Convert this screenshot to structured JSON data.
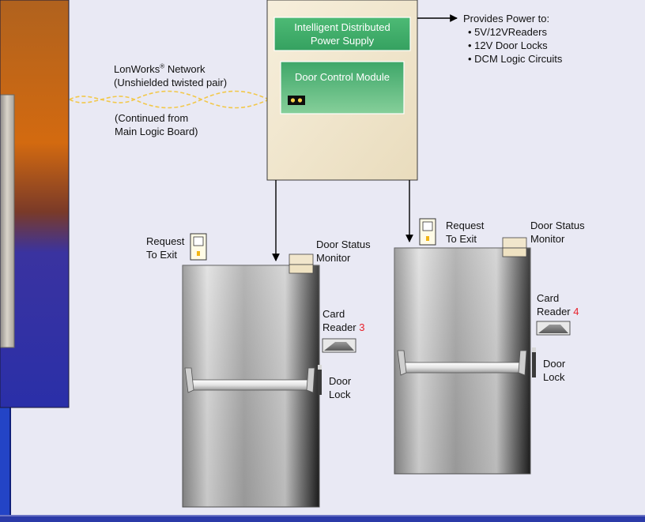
{
  "power_supply": {
    "line1": "Intelligent Distributed",
    "line2": "Power Supply"
  },
  "dcm": {
    "label": "Door Control Module"
  },
  "provides": {
    "title": "Provides Power to:",
    "items": [
      "• 5V/12VReaders",
      "• 12V Door Locks",
      "• DCM Logic Circuits"
    ]
  },
  "network": {
    "line1a": "LonWorks",
    "line1_sup": "®",
    "line1b": " Network",
    "line2": "(Unshielded twisted pair)",
    "continued1": "(Continued from",
    "continued2": "Main Logic Board)"
  },
  "door3": {
    "request_line1": "Request",
    "request_line2": "To Exit",
    "status_line1": "Door Status",
    "status_line2": "Monitor",
    "reader_line1": "Card",
    "reader_line2": "Reader",
    "reader_number": "3",
    "lock_line1": "Door",
    "lock_line2": "Lock"
  },
  "door4": {
    "request_line1": "Request",
    "request_line2": "To Exit",
    "status_line1": "Door Status",
    "status_line2": "Monitor",
    "reader_line1": "Card",
    "reader_line2": "Reader",
    "reader_number": "4",
    "lock_line1": "Door",
    "lock_line2": "Lock"
  },
  "colors": {
    "background": "#e9e9f4",
    "frame": "#1a2a9a",
    "cabinet": "#f1e6cc",
    "module_green": "#3fae69",
    "reader_number": "#e8202a",
    "network_cable": "#f2c84a"
  }
}
